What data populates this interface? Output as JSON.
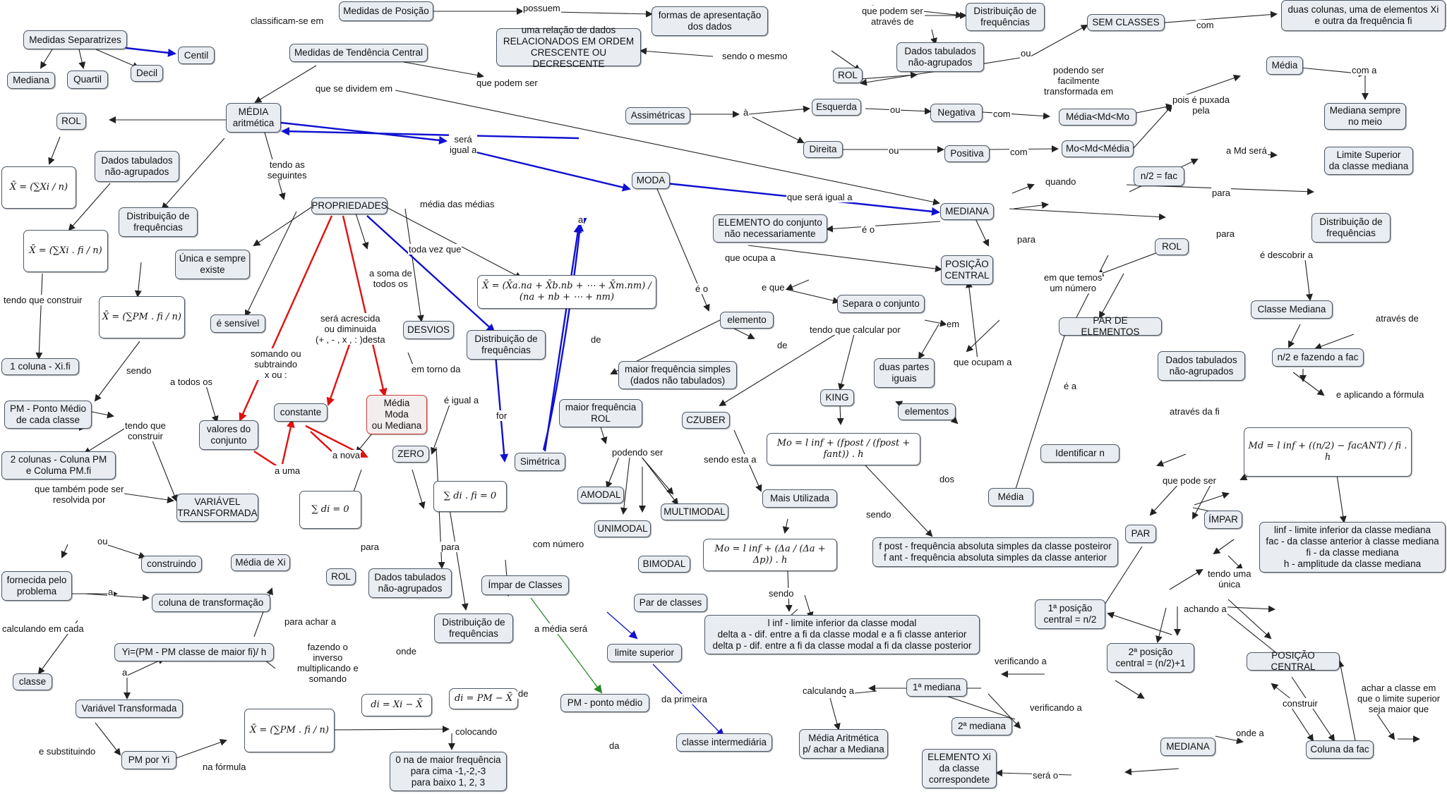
{
  "nodes": {
    "medidas_posicao": "Medidas de Posição",
    "formas_apresentacao": "formas de apresentação\ndos dados",
    "distribuicao_freq_top": "Distribuição de\nfrequências",
    "sem_classes": "SEM CLASSES",
    "duas_colunas": "duas colunas, uma de elementos Xi\ne outra da frequência fi",
    "medidas_separatrizes": "Medidas Separatrizes",
    "centil": "Centil",
    "mediana_sep": "Mediana",
    "quartil": "Quartil",
    "decil": "Decil",
    "uma_relacao": "uma relação de dados\nRELACIONADOS EM ORDEM\nCRESCENTE OU DECRESCENTE",
    "dados_tab_top": "Dados tabulados\nnão-agrupados",
    "rol_top": "ROL",
    "medidas_tendencia": "Medidas de Tendência Central",
    "media_aritmetica": "MÉDIA\naritmética",
    "rol_left": "ROL",
    "formula_rol_media": "X̄ = (∑Xi / n)",
    "dados_tab_left": "Dados tabulados\nnão-agrupados",
    "formula_dados_media": "X̄ = (∑Xi . fi / n)",
    "dist_freq_left": "Distribuição de\nfrequências",
    "formula_dist_media": "X̄ = (∑PM . fi / n)",
    "uma_coluna": "1 coluna - Xi.fi",
    "pm_ponto_medio": "PM - Ponto Médio\nde cada classe",
    "duas_colunas_pm": "2 colunas - Coluna PM\ne Columa PM.fi",
    "variavel_transformada_top": "VARIÁVEL\nTRANSFORMADA",
    "fornecida": "fornecida pelo\nproblema",
    "construindo": "construindo",
    "coluna_transformacao": "coluna de transformação",
    "media_xi": "Média de Xi",
    "yi_formula": "Yi=(PM - PM classe de maior fi)/ h",
    "classe": "classe",
    "variavel_transformada": "Variável Transformada",
    "pm_por_yi": "PM por Yi",
    "formula_variavel": "X̄ = (∑PM . fi / n)",
    "zero_na_maior": "0 na de maior frequência\npara cima -1,-2,-3\npara baixo 1, 2, 3",
    "propriedades": "PROPRIEDADES",
    "unica_existe": "Única e sempre\nexiste",
    "e_sensivel": "é sensível",
    "valores_conjunto": "valores do\nconjunto",
    "constante": "constante",
    "media_moda_mediana": "Média\nModa\nou Mediana",
    "desvios": "DESVIOS",
    "zero": "ZERO",
    "soma_di": "∑ di = 0",
    "soma_di_fi": "∑ di . fi = 0",
    "rol_bottom": "ROL",
    "dados_tab_bottom": "Dados tabulados\nnão-agrupados",
    "dist_freq_bottom": "Distribuição de\nfrequências",
    "di_xi": "di = Xi − X̄",
    "di_pm": "di = PM − X̄",
    "formula_media_medias": "X̄ = (X̄a.na + X̄b.nb + ⋯ + X̄m.nm) / (na + nb + ⋯ + nm)",
    "dist_freq_mid": "Distribuição de\nfrequências",
    "simetrica": "Simétrica",
    "impar_classes": "Ímpar de Classes",
    "par_classes": "Par de classes",
    "limite_superior": "limite superior",
    "pm_ponto_medio_2": "PM - ponto médio",
    "classe_intermediaria": "classe intermediária",
    "moda": "MODA",
    "assimetricas": "Assimétricas",
    "esquerda": "Esquerda",
    "direita": "Direita",
    "negativa": "Negativa",
    "positiva": "Positiva",
    "media_md_mo": "Média<Md<Mo",
    "mo_md_media": "Mo<Md<Média",
    "media_top_right": "Média",
    "mediana_sempre_meio": "Mediana sempre\nno meio",
    "elemento": "elemento",
    "maior_freq_simples": "maior frequência simples\n(dados não tabulados)",
    "maior_freq_rol": "maior frequência\nROL",
    "amodal": "AMODAL",
    "unimodal": "UNIMODAL",
    "multimodal": "MULTIMODAL",
    "bimodal": "BIMODAL",
    "czuber": "CZUBER",
    "mais_utilizada": "Mais Utilizada",
    "formula_czuber": "Mo = l inf + (Δa / (Δa + Δp)) . h",
    "linf_delta": "l inf - limite inferior da classe modal\ndelta a - dif. entre a fi da classe modal e a fi classe anterior\ndelta p - dif. entre a fi da classe modal a fi da classe posterior",
    "king": "KING",
    "formula_king": "Mo = l inf + (fpost / (fpost + fant)) . h",
    "fpost_fant": "f post - frequência absoluta simples da classe posteiror\nf ant -  frequência absoluta simples da classe anterior",
    "mediana_central": "MEDIANA",
    "elemento_conjunto": "ELEMENTO do conjunto\nnão necessariamente",
    "posicao_central": "POSIÇÃO\nCENTRAL",
    "separa_conjunto": "Separa o conjunto",
    "duas_partes": "duas partes\niguais",
    "elementos": "elementos",
    "media_right": "Média",
    "n2_fac": "n/2 = fac",
    "limite_superior_mediana": "Limite Superior\nda classe mediana",
    "dist_freq_right": "Distribuição de\nfrequências",
    "rol_right": "ROL",
    "par_elementos": "PAR DE ELEMENTOS",
    "classe_mediana": "Classe Mediana",
    "n2_fazendo": "n/2 e fazendo a fac",
    "formula_md": "Md = l inf + ((n/2) − facANT) / fi . h",
    "linf_fac_legenda": "linf - limite inferior da classe mediana\nfac - da classe anterior à classe mediana\nfi  - da classe mediana\nh - amplitude da classe mediana",
    "dados_tab_right": "Dados tabulados\nnão-agrupados",
    "identificar_n": "Identificar n",
    "par": "PAR",
    "impar": "ÍMPAR",
    "primeira_posicao": "1ª posição\ncentral = n/2",
    "segunda_posicao": "2ª posição\ncentral = (n/2)+1",
    "primeira_mediana": "1ª mediana",
    "segunda_mediana": "2ª mediana",
    "media_aritmetica_mediana": "Média Aritmética\np/ achar a Mediana",
    "posicao_central_2": "POSIÇÃO CENTRAL",
    "coluna_fac": "Coluna da fac",
    "mediana_bottom": "MEDIANA",
    "elemento_xi": "ELEMENTO Xi\nda classe\ncorrespondete"
  },
  "labels": {
    "classificam": "classificam-se em",
    "possuem": "possuem",
    "podem_ser_atraves": "que podem ser\natravés de",
    "ou_top": "ou",
    "com_top": "com",
    "sendo_o_mesmo": "sendo o mesmo",
    "podendo_ser": "podendo ser\nfacilmente\ntransformada em",
    "que_se_dividem": "que se dividem em",
    "que_podem_ser": "que podem ser",
    "sera_igual": "será\nigual a",
    "tendo_seguintes": "tendo as\nseguintes",
    "media_das_medias": "média das médias",
    "toda_vez": "toda vez que",
    "a_soma_todos": "a soma de\ntodos os",
    "sera_acrescida": "será acrescida\nou diminuida\n(+ , - , x , : )desta",
    "somando_ou": "somando ou\nsubtraindo\nx ou :",
    "a_todos_os": "a todos os",
    "em_torno": "em torno da",
    "e_igual_a": "é igual a",
    "a_nova": "a nova",
    "a_uma": "a uma",
    "para_zero": "para",
    "para_zero2": "para",
    "onde": "onde",
    "de_di": "de",
    "for": "for",
    "com_numero": "com número",
    "a_media_sera": "a média será",
    "da_primeira": "da primeira",
    "da": "da",
    "a_top": "a",
    "e_o_moda": "é o",
    "de1": "de",
    "de2": "de",
    "podendo_ser2": "podendo ser",
    "tendo_calcular": "tendo que calcular por",
    "sendo_esta": "sendo esta a",
    "sendo_czuber": "sendo",
    "sendo_king": "sendo",
    "que_sera_igual": "que será igual a",
    "a_esq": "à",
    "ou_esq": "ou",
    "ou_dir": "ou",
    "com_neg": "com",
    "com_pos": "com",
    "pois_puxada": "pois é puxada\npela",
    "com_media": "com a",
    "e_o_mediana": "é o",
    "que_ocupa_a": "que ocupa a",
    "e_que": "e que",
    "em": "em",
    "que_ocupam_a": "que ocupam a",
    "dos": "dos",
    "quando": "quando",
    "a_md_sera": "a Md será",
    "para_dist": "para",
    "para_rol": "para",
    "para_dados": "para",
    "e_descobrir": "é descobrir a",
    "atraves_de": "através de",
    "aplicando": "e aplicando a fórmula",
    "em_que_temos": "em que temos\num número",
    "e_a": "é a",
    "atraves_fi": "através da fi",
    "que_pode_ser": "que pode ser",
    "achando_a": "achando a",
    "tendo_uma_unica": "tendo uma\núnica",
    "verificando_a1": "verificando a",
    "verificando_a2": "verificando a",
    "calculando_a": "calculando a",
    "construir": "construir",
    "onde_a": "onde a",
    "achar_classe": "achar a classe em\nque o limite superior\nseja maior  que",
    "sera_o": "será o",
    "rol_que_sendo": "sendo",
    "tendo_que_construir": "tendo que construir",
    "tendo_que_construir2": "tendo que\nconstruir",
    "que_tambem": "que também pode ser\nresolvida por",
    "ou_var": "ou",
    "a_var": "a",
    "calculando_em_cada": "calculando em cada",
    "para_achar_a": "para achar a",
    "fazendo_inverso": "fazendo o\ninverso\nmultiplicando e\nsomando",
    "a_classe": "a",
    "e_substituindo": "e substituindo",
    "na_formula": "na fórmula",
    "colocando": "colocando"
  },
  "colors": {
    "node_bg": "#e9edf2",
    "node_border": "#4d5966",
    "blue": "#1010d0",
    "red": "#e01010",
    "green": "#2a8a2a",
    "black": "#222222"
  }
}
